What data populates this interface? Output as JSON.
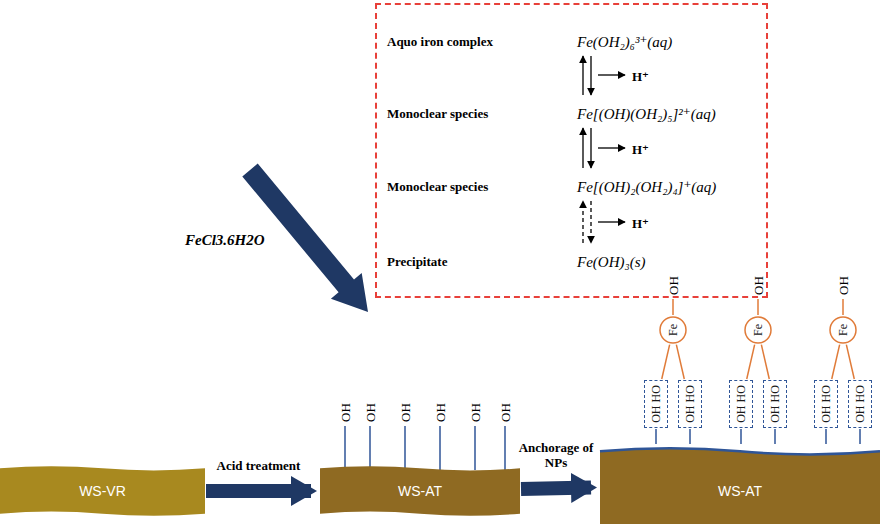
{
  "diagram": {
    "nodes": [
      {
        "text": [
          "Aquo iron complex",
          "Fe(OH₂)₆³⁺(aq)",
          "Monoclear species",
          "Fe[(OH)(OH₂)₅]²⁺(aq)",
          "Monoclear species",
          "Fe[(OH)₂(OH₂)₄]⁺(aq)",
          "Precipitate",
          "Fe(OH)₃(s)",
          "H⁺",
          "H⁺",
          "H⁺"
        ]
      },
      {
        "text": [
          "WS-VR"
        ]
      },
      {
        "text": [
          "WS-AT"
        ]
      },
      {
        "text": [
          "Fe"
        ]
      },
      {
        "text": [
          "Fe"
        ]
      },
      {
        "text": [
          "Fe"
        ]
      },
      {
        "text": [
          "OH HO"
        ]
      },
      {
        "text": [
          "OH HO"
        ]
      },
      {
        "text": [
          "OH HO"
        ]
      },
      {
        "text": [
          "OH HO"
        ]
      },
      {
        "text": [
          "OH HO"
        ]
      },
      {
        "text": [
          "OH HO"
        ]
      },
      {
        "text": [
          "WS-AT"
        ]
      }
    ],
    "edges": [
      {
        "from": 1,
        "to": 2,
        "arrow": "to",
        "label": "Acid treatment"
      },
      {
        "from": 2,
        "to": 12,
        "arrow": "to",
        "label": "Anchorage of NPs"
      },
      {
        "from": 3,
        "to": 6,
        "arrow": "none"
      },
      {
        "from": 3,
        "to": 7,
        "arrow": "none"
      },
      {
        "from": 4,
        "to": 8,
        "arrow": "none"
      },
      {
        "from": 4,
        "to": 9,
        "arrow": "none"
      },
      {
        "from": 5,
        "to": 10,
        "arrow": "none"
      },
      {
        "from": 5,
        "to": 11,
        "arrow": "none"
      },
      {
        "from": 12,
        "to": 6,
        "arrow": "none"
      },
      {
        "from": 12,
        "to": 7,
        "arrow": "none"
      },
      {
        "from": 12,
        "to": 8,
        "arrow": "none"
      },
      {
        "from": 12,
        "to": 9,
        "arrow": "none"
      },
      {
        "from": 12,
        "to": 10,
        "arrow": "none"
      },
      {
        "from": 12,
        "to": 11,
        "arrow": "none"
      }
    ],
    "labels": [
      "FeCl3.6H2O",
      "OH",
      "OH",
      "OH",
      "OH",
      "OH",
      "OH",
      "OH",
      "OH",
      "OH"
    ]
  }
}
